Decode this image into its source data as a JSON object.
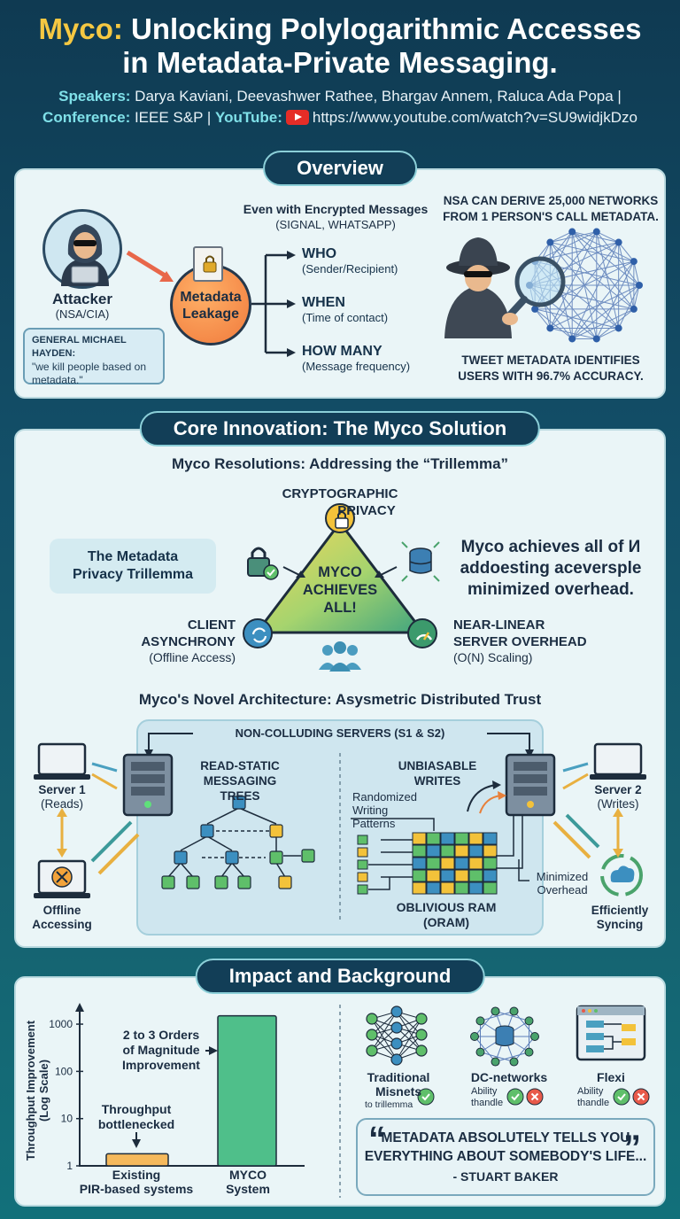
{
  "header": {
    "title_highlight": "Myco:",
    "title_line1": " Unlocking Polylogarithmic Accesses",
    "title_line2": "in Metadata-Private Messaging.",
    "speakers_label": "Speakers:",
    "speakers": " Darya Kaviani, Deevashwer Rathee, Bhargav Annem, Raluca Ada Popa |",
    "conference_label": "Conference:",
    "conference": " IEEE S&P | ",
    "youtube_label": "YouTube:",
    "youtube_url": "https://www.youtube.com/watch?v=SU9widjkDzo"
  },
  "overview": {
    "title": "Overview",
    "attacker_label": "Attacker",
    "attacker_sub": "(NSA/CIA)",
    "quote_name": "GENERAL MICHAEL HAYDEN:",
    "quote_text": "\"we kill people based on metadata.\"",
    "leak_label_1": "Metadata",
    "leak_label_2": "Leakage",
    "enc_title": "Even with Encrypted Messages",
    "enc_sub": "(SIGNAL, WHATSAPP)",
    "items": [
      {
        "label": "WHO",
        "sub": "(Sender/Recipient)"
      },
      {
        "label": "WHEN",
        "sub": "(Time of contact)"
      },
      {
        "label": "HOW MANY",
        "sub": "(Message frequency)"
      }
    ],
    "nsa_fact_1": "NSA CAN DERIVE 25,000 NETWORKS",
    "nsa_fact_2": "FROM 1 PERSON'S CALL METADATA.",
    "tweet_fact_1": "TWEET METADATA IDENTIFIES",
    "tweet_fact_2": "USERS WITH 96.7% ACCURACY."
  },
  "core": {
    "title": "Core Innovation: The Myco Solution",
    "subtitle": "Myco Resolutions: Addressing the “Trillemma”",
    "trillemma_box_1": "The Metadata",
    "trillemma_box_2": "Privacy Trillemma",
    "tri_center_1": "MYCO",
    "tri_center_2": "ACHIEVES",
    "tri_center_3": "ALL!",
    "crypto_1": "CRYPTOGRAPHIC",
    "crypto_2": "PRIVACY",
    "client_1": "CLIENT",
    "client_2": "ASYNCHRONY",
    "client_sub": "(Offline Access)",
    "server_1": "NEAR-LINEAR",
    "server_2": "SERVER OVERHEAD",
    "server_sub": "(O(N) Scaling)",
    "achieves_1": "Myco achieves all of И",
    "achieves_2": "addoesting aceversple",
    "achieves_3": "minimized overhead.",
    "arch_title": "Myco's Novel Architecture: Asysmetric Distributed Trust",
    "non_colluding": "NON-COLLUDING SERVERS (S1 & S2)",
    "read_static_1": "READ-STATIC",
    "read_static_2": "MESSAGING TREES",
    "unbiasable_1": "UNBIASABLE",
    "unbiasable_2": "WRITES",
    "randomized_1": "Randomized",
    "randomized_2": "Writing",
    "randomized_3": "Patterns",
    "oram_1": "OBLIVIOUS RAM",
    "oram_2": "(ORAM)",
    "server1_1": "Server 1",
    "server1_2": "(Reads)",
    "server2_1": "Server 2",
    "server2_2": "(Writes)",
    "offline_1": "Offline",
    "offline_2": "Accessing",
    "efficient_1": "Efficiently",
    "efficient_2": "Syncing",
    "minimized_1": "Minimized",
    "minimized_2": "Overhead"
  },
  "impact": {
    "title": "Impact and Background",
    "orders_1": "2 to 3 Orders",
    "orders_2": "of Magnitude",
    "orders_3": "Improvement",
    "bottleneck_1": "Throughput",
    "bottleneck_2": "bottlenecked",
    "ylabel_1": "Throughput Improvement",
    "ylabel_2": "(Log Scale)",
    "bg": [
      {
        "name_1": "Traditional",
        "name_2": "Misnets",
        "sub_1": "to trillemma",
        "sub_2": ""
      },
      {
        "name_1": "DC-networks",
        "name_2": "",
        "sub_1": "Ability",
        "sub_2": "thandle"
      },
      {
        "name_1": "Flexi",
        "name_2": "",
        "sub_1": "Ability",
        "sub_2": "thandle"
      }
    ],
    "quote_1": "METADATA ABSOLUTELY TELLS YOU",
    "quote_2": "EVERYTHING ABOUT SOMEBODY'S LIFE...",
    "quote_author": "- STUART BAKER",
    "open_quote": "“",
    "close_quote": "”"
  },
  "chart_data": {
    "type": "bar",
    "categories": [
      "Existing PIR-based systems",
      "MYCO System"
    ],
    "category_lines": [
      [
        "Existing",
        "PIR-based systems"
      ],
      [
        "MYCO",
        "System"
      ]
    ],
    "values": [
      1.8,
      1500
    ],
    "yscale": "log",
    "ylim": [
      1,
      2000
    ],
    "yticks": [
      "1",
      "10",
      "100",
      "1000"
    ],
    "ytick_values": [
      1,
      10,
      100,
      1000
    ],
    "ylabel": "Throughput Improvement (Log Scale)",
    "colors": [
      "#f5b95c",
      "#4fbf8a"
    ]
  }
}
